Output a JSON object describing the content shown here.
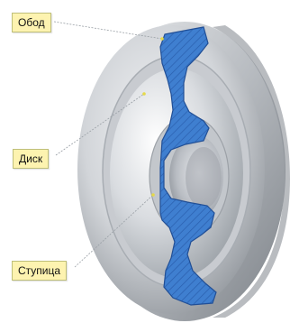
{
  "labels": {
    "rim": "Обод",
    "disc": "Диск",
    "hub": "Ступица"
  },
  "colors": {
    "label_background": "#fdf3b0",
    "section_fill": "#3f7fd0",
    "metal": "#b8bcc2"
  }
}
